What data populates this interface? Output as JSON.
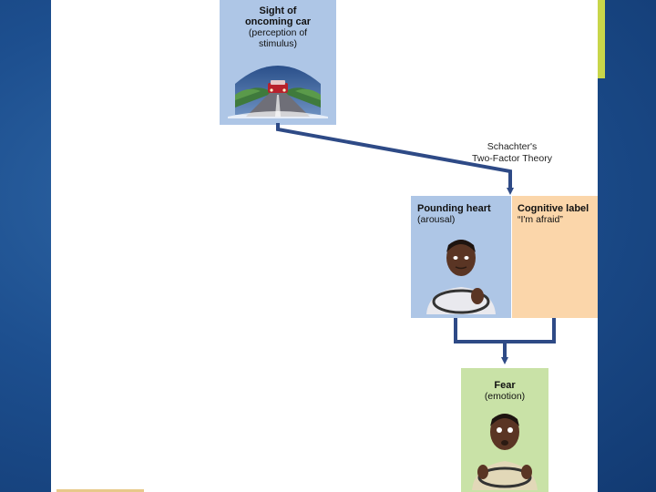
{
  "stimulus": {
    "title_line1": "Sight of",
    "title_line2": "oncoming car",
    "sub_line1": "(perception of",
    "sub_line2": "stimulus)"
  },
  "theory": {
    "line1": "Schachter's",
    "line2": "Two-Factor Theory"
  },
  "arousal": {
    "title": "Pounding heart",
    "sub": "(arousal)"
  },
  "cognitive": {
    "title": "Cognitive label",
    "sub": "“I'm afraid”"
  },
  "emotion": {
    "title": "Fear",
    "sub": "(emotion)"
  },
  "colors": {
    "background": "#1d4f8f",
    "arrow": "#2e4a86",
    "stimulus_box": "#aec6e6",
    "arousal_box": "#aec6e6",
    "cognitive_box": "#fbd6aa",
    "emotion_box": "#c9e2a7",
    "accent": "#c8d64a"
  }
}
